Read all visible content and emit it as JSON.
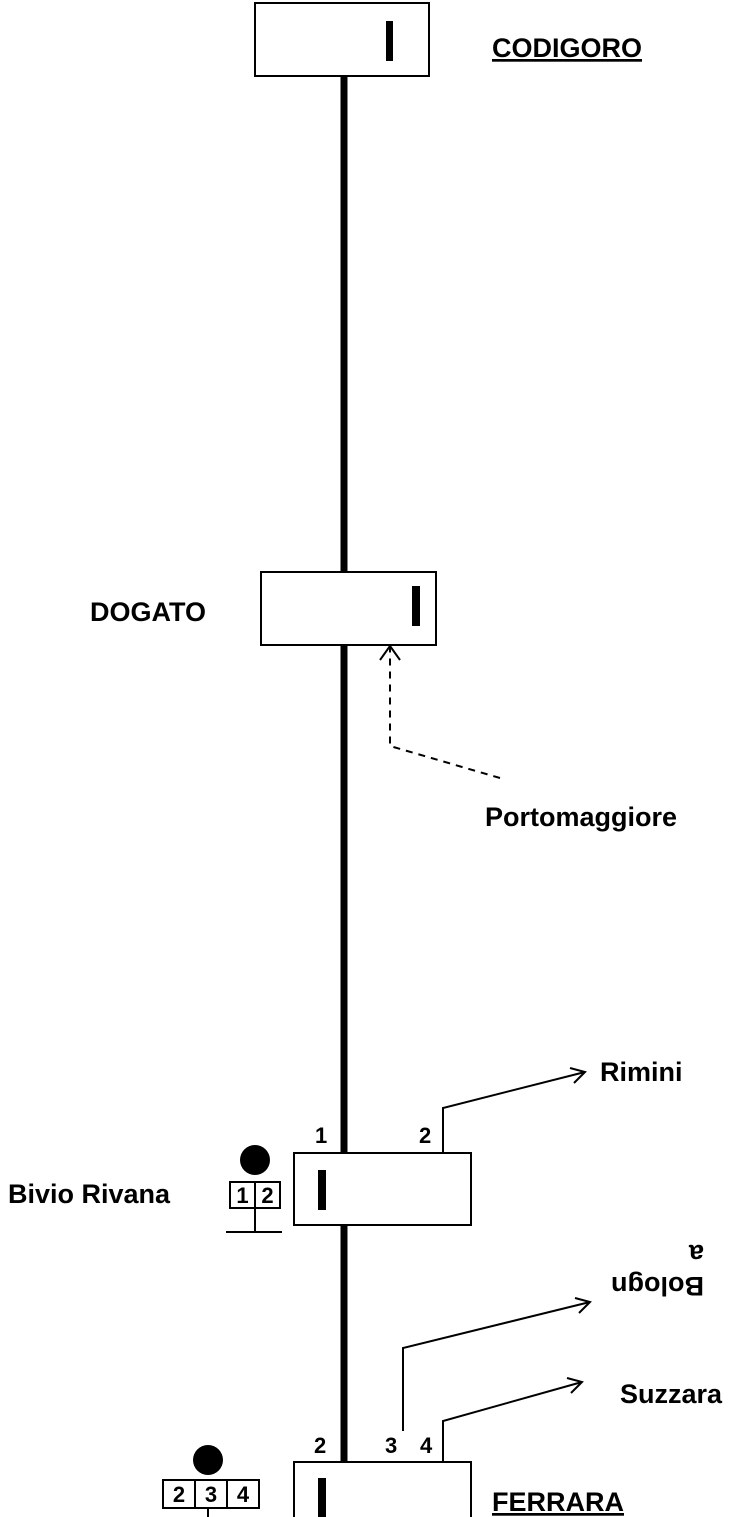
{
  "stations": {
    "codigoro": {
      "name": "CODIGORO"
    },
    "dogato": {
      "name": "DOGATO"
    },
    "bivio_rivana": {
      "name": "Bivio Rivana",
      "track_1": "1",
      "track_2": "2"
    },
    "ferrara": {
      "name": "FERRARA",
      "track_2": "2",
      "track_3": "3",
      "track_4": "4"
    }
  },
  "destinations": {
    "portomaggiore": "Portomaggiore",
    "rimini": "Rimini",
    "bologna_line1": "Bologn",
    "bologna_line2": "a",
    "suzzara": "Suzzara"
  },
  "signals": {
    "bivio_rivana": {
      "cells": [
        "1",
        "2"
      ]
    },
    "ferrara": {
      "cells": [
        "2",
        "3",
        "4"
      ]
    }
  }
}
